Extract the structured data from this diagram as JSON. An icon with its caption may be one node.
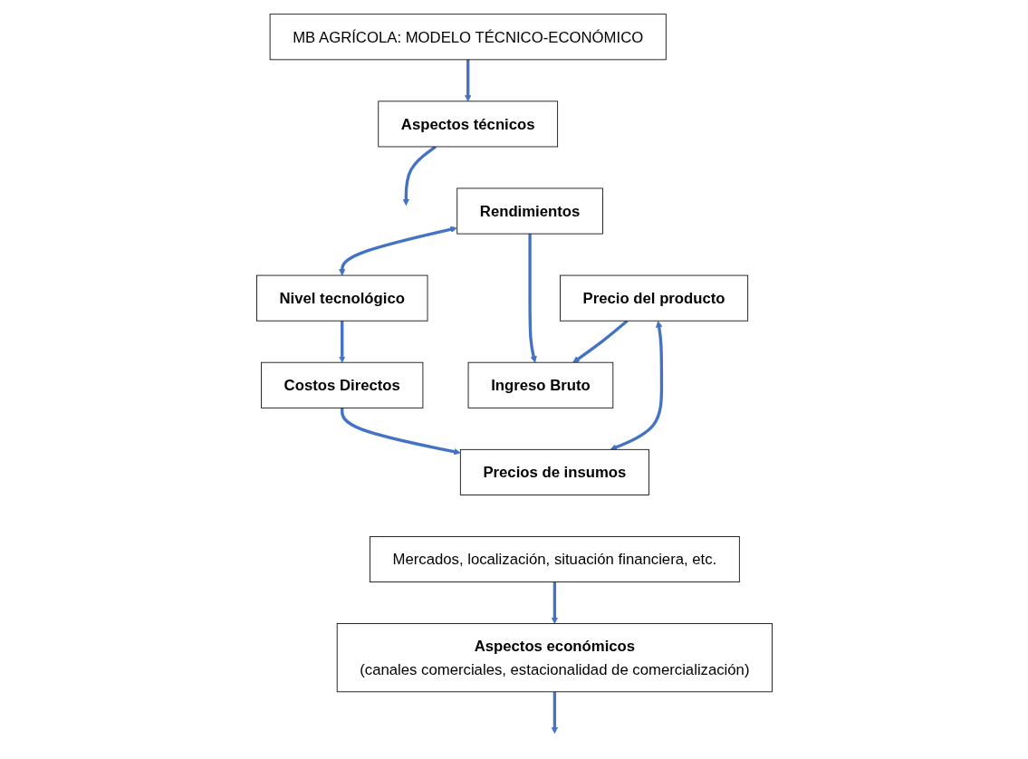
{
  "diagram": {
    "nodes": [
      {
        "text": [
          "MB AGRÍCOLA: MODELO TÉCNICO-ECONÓMICO"
        ]
      },
      {
        "text": [
          "Aspectos técnicos"
        ]
      },
      {
        "text": [
          "Rendimientos"
        ]
      },
      {
        "text": [
          "Nivel tecnológico"
        ]
      },
      {
        "text": [
          "Ingreso Bruto"
        ]
      },
      {
        "text": [
          "Costos Directos"
        ]
      },
      {
        "text": [
          "Precio del producto"
        ]
      },
      {
        "text": [
          "Precios de insumos"
        ]
      },
      {
        "text": [
          "Aspectos económicos",
          "(canales comerciales, estacionalidad de comercialización)"
        ]
      },
      {
        "text": [
          "Mercados, localización, situación financiera, etc."
        ]
      }
    ],
    "edges": [
      {
        "from": 0,
        "to": 1,
        "arrow": "to"
      },
      {
        "from": 1,
        "to": null,
        "arrow": "to"
      },
      {
        "from": 2,
        "to": 3,
        "arrow": "both"
      },
      {
        "from": 2,
        "to": 4,
        "arrow": "to"
      },
      {
        "from": 3,
        "to": 5,
        "arrow": "to"
      },
      {
        "from": 5,
        "to": 7,
        "arrow": "to"
      },
      {
        "from": 6,
        "to": 4,
        "arrow": "to"
      },
      {
        "from": 6,
        "to": 7,
        "arrow": "both"
      },
      {
        "from": 8,
        "to": null,
        "arrow": "to"
      },
      {
        "from": 9,
        "to": 8,
        "arrow": "to"
      }
    ]
  }
}
